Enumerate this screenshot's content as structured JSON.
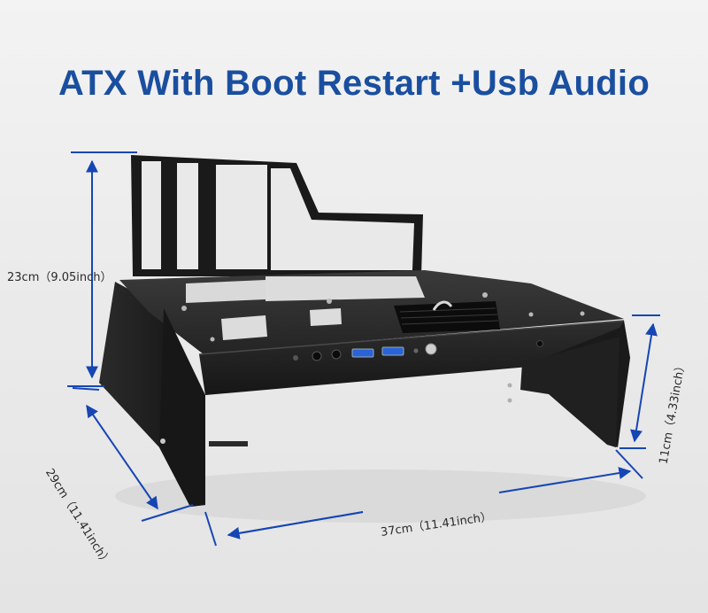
{
  "title": "ATX With Boot Restart +Usb Audio",
  "dimensions": {
    "height": "23cm（9.05inch）",
    "depth": "29cm（11.41inch）",
    "width": "37cm（11.41inch）",
    "front_height": "11cm（4.33inch）"
  },
  "colors": {
    "title": "#1a4fa0",
    "arrow": "#1646b4",
    "chassis": "#1c1c1c",
    "background": "#ececec"
  }
}
